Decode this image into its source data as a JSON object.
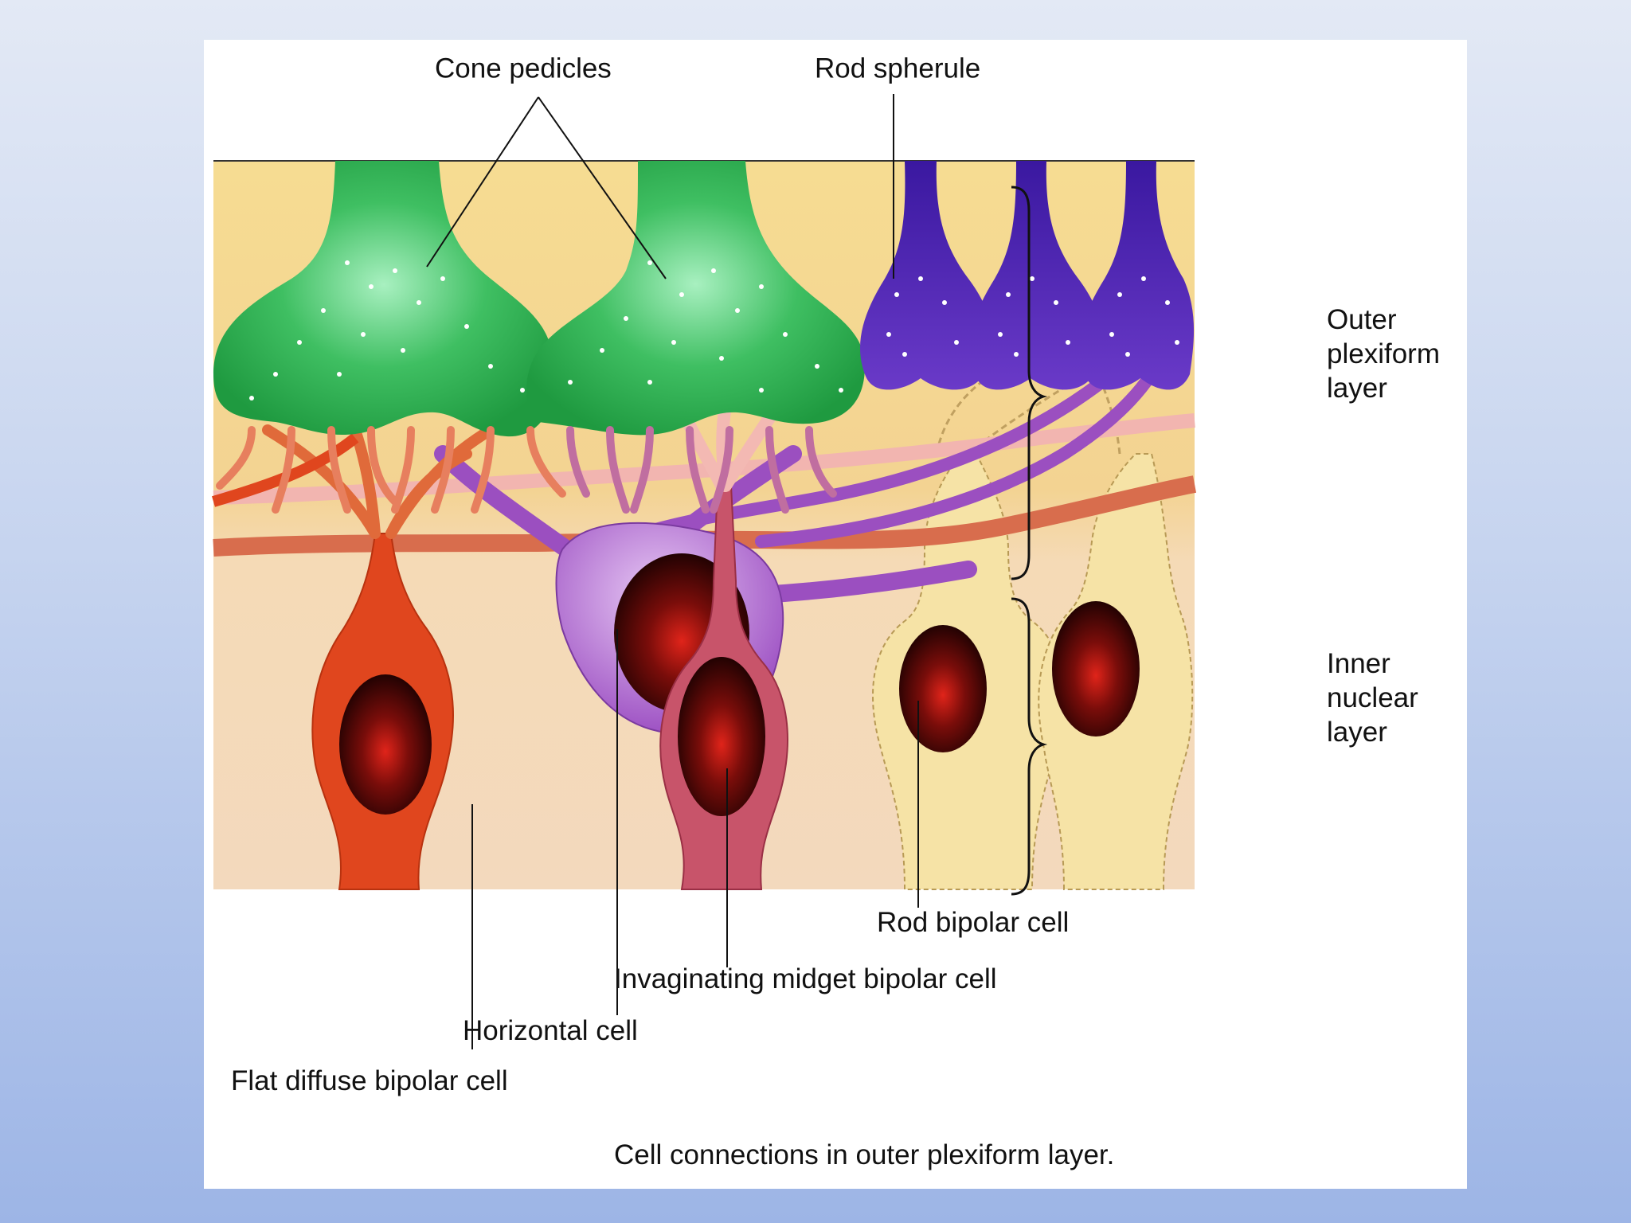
{
  "labels": {
    "cone_pedicles": "Cone pedicles",
    "rod_spherule": "Rod spherule",
    "outer_plexiform": [
      "Outer",
      "plexiform",
      "layer"
    ],
    "inner_nuclear": [
      "Inner",
      "nuclear",
      "layer"
    ],
    "rod_bipolar": "Rod bipolar cell",
    "invaginating_midget": "Invaginating midget bipolar cell",
    "horizontal": "Horizontal cell",
    "flat_diffuse": "Flat diffuse bipolar cell"
  },
  "caption": "Cell connections in outer plexiform layer.",
  "colors": {
    "cone": "#2aa84e",
    "rod": "#4b24a8",
    "horizontal": "#9b4fc0",
    "flat_diffuse": "#e0461e",
    "midget": "#c8546a",
    "rod_bipolar": "#f6e3a6",
    "nucleus": "#3a0606",
    "plexiform_bg": "#f4d48a",
    "nuclear_bg": "#f6d9b2"
  }
}
